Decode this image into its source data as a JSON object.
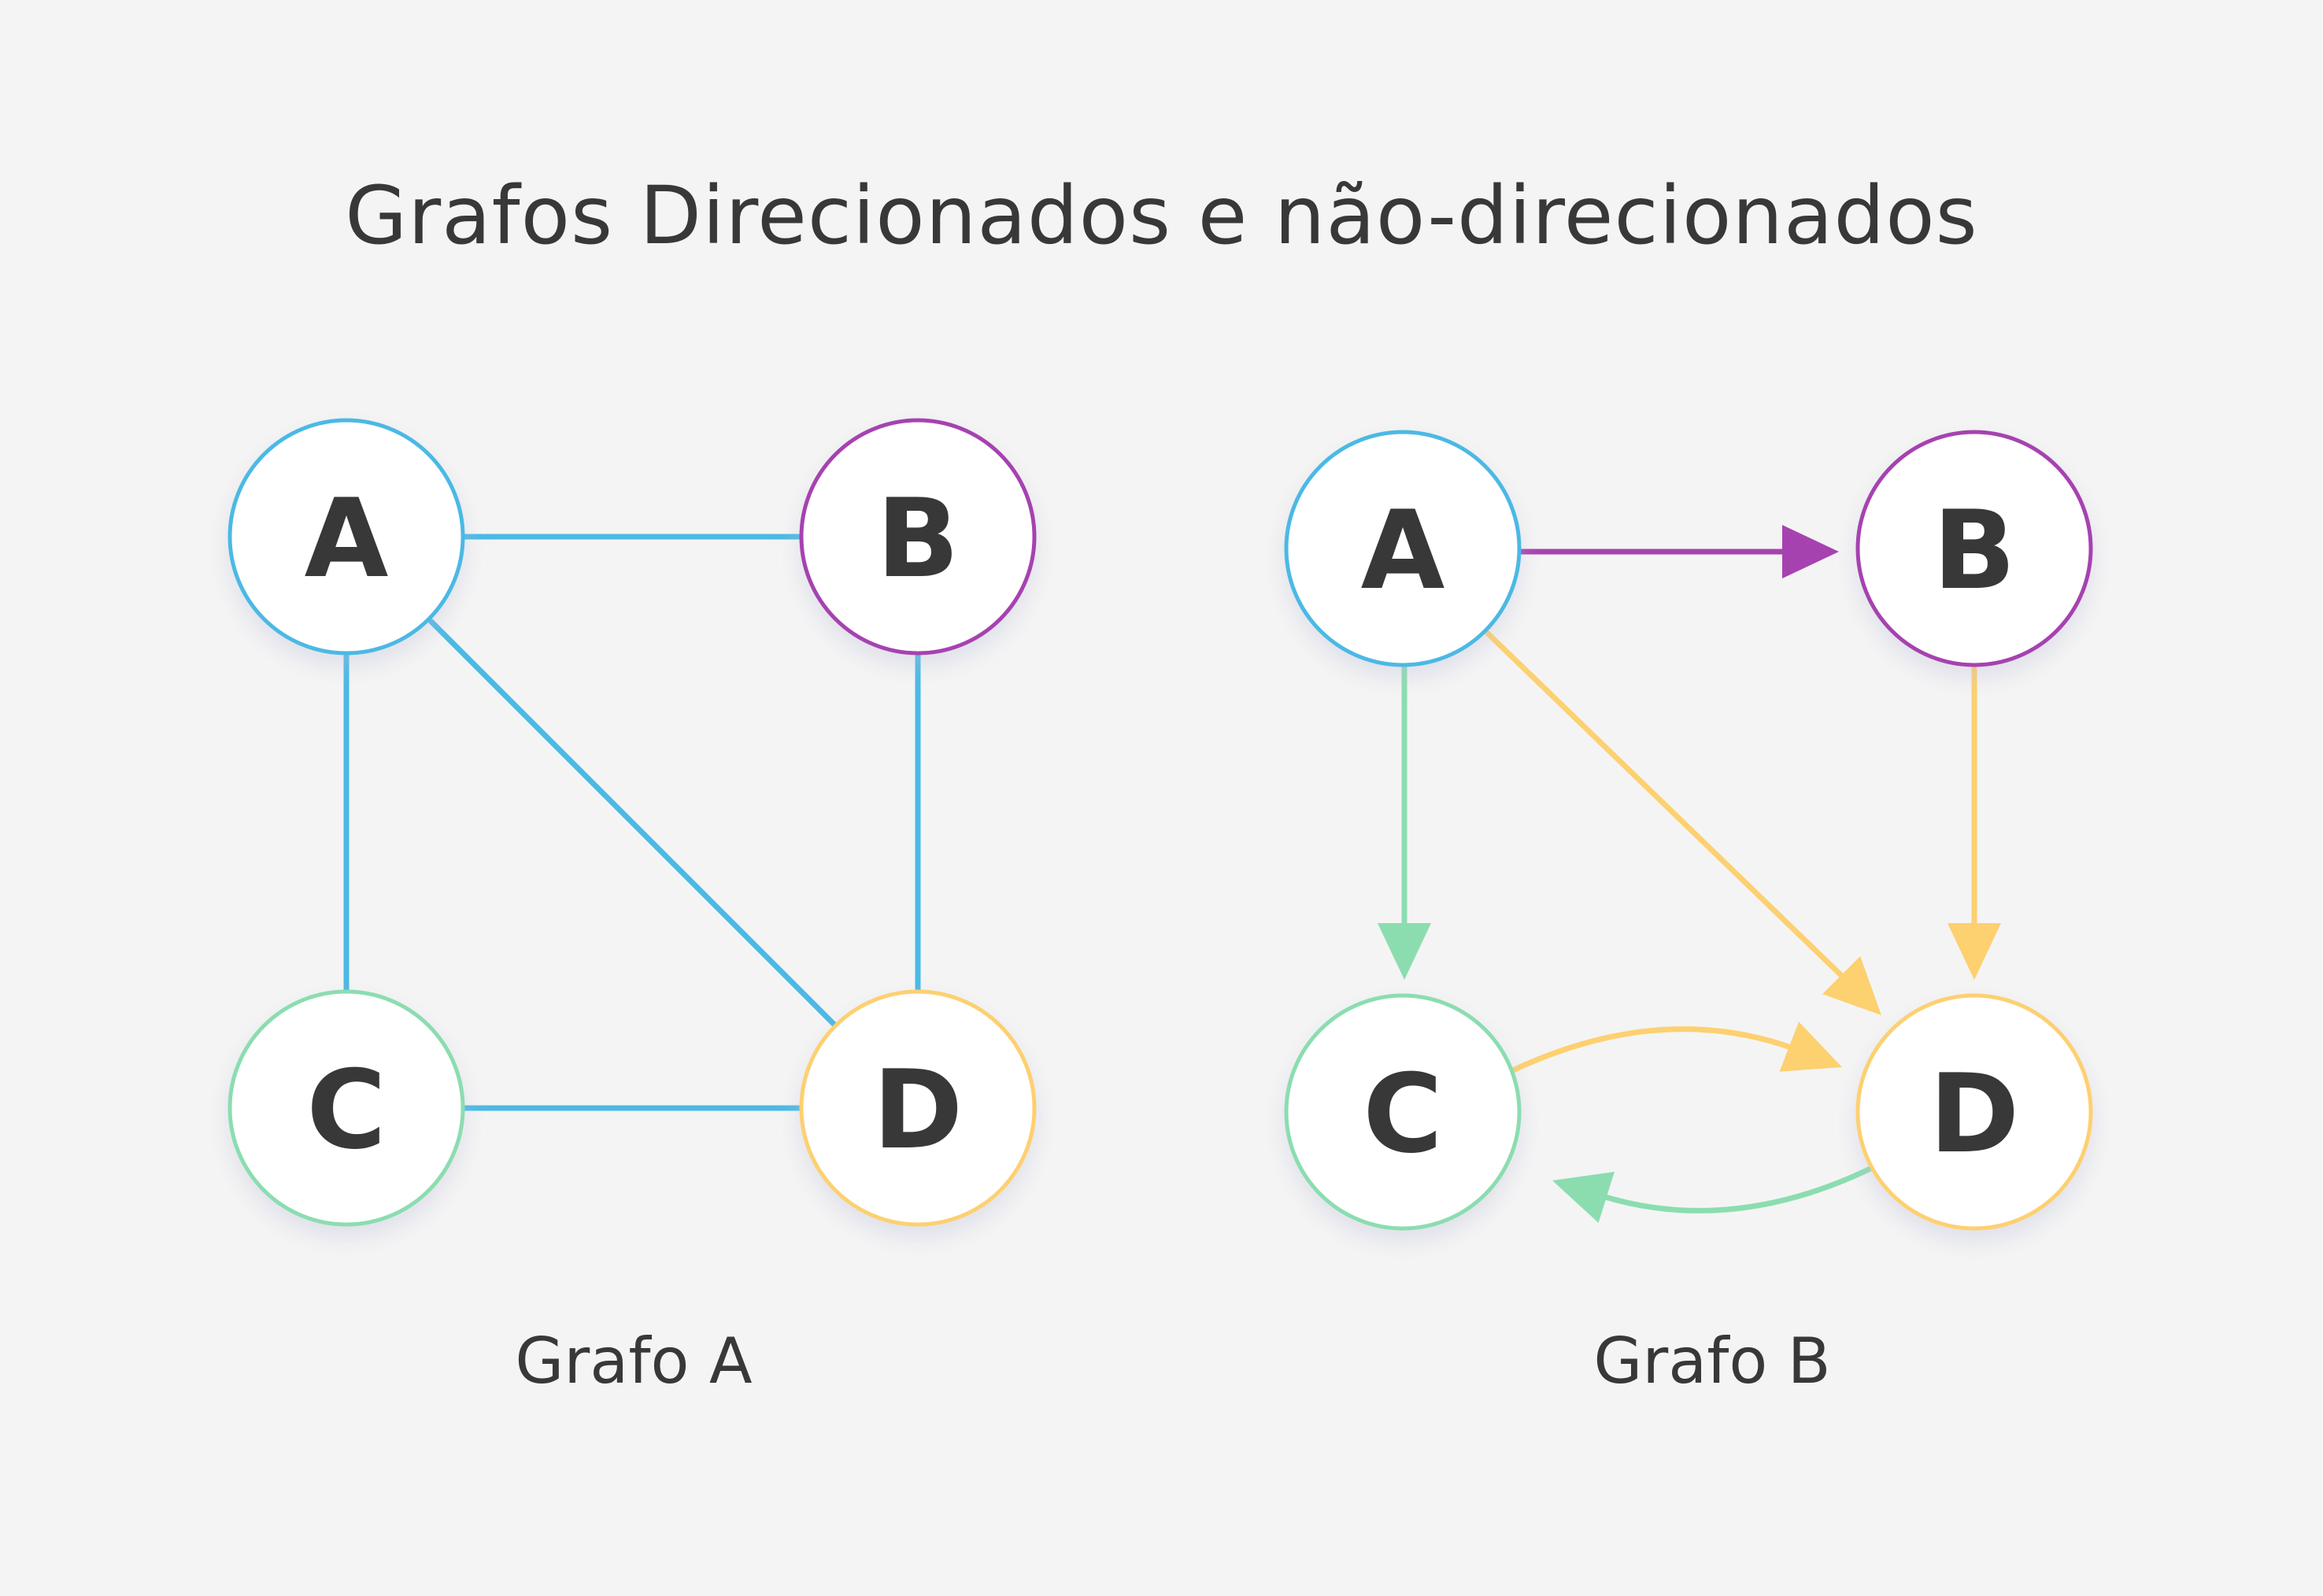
{
  "title": "Grafos Direcionados e não-direcionados",
  "colors": {
    "background": "#f4f4f4",
    "text": "#383838",
    "blue": "#4cb9e4",
    "purple": "#a642b0",
    "green": "#8bddb0",
    "yellow": "#fdd070",
    "node_fill": "#ffffff"
  },
  "graph_a": {
    "caption": "Grafo A",
    "directed": false,
    "nodes": [
      {
        "id": "A",
        "label": "A",
        "color": "#4cb9e4"
      },
      {
        "id": "B",
        "label": "B",
        "color": "#a642b0"
      },
      {
        "id": "C",
        "label": "C",
        "color": "#8bddb0"
      },
      {
        "id": "D",
        "label": "D",
        "color": "#fdd070"
      }
    ],
    "edges": [
      {
        "from": "A",
        "to": "B",
        "color": "#4cb9e4"
      },
      {
        "from": "A",
        "to": "C",
        "color": "#4cb9e4"
      },
      {
        "from": "A",
        "to": "D",
        "color": "#4cb9e4"
      },
      {
        "from": "B",
        "to": "D",
        "color": "#4cb9e4"
      },
      {
        "from": "C",
        "to": "D",
        "color": "#4cb9e4"
      }
    ]
  },
  "graph_b": {
    "caption": "Grafo B",
    "directed": true,
    "nodes": [
      {
        "id": "A",
        "label": "A",
        "color": "#4cb9e4"
      },
      {
        "id": "B",
        "label": "B",
        "color": "#a642b0"
      },
      {
        "id": "C",
        "label": "C",
        "color": "#8bddb0"
      },
      {
        "id": "D",
        "label": "D",
        "color": "#fdd070"
      }
    ],
    "edges": [
      {
        "from": "A",
        "to": "B",
        "color": "#a642b0"
      },
      {
        "from": "A",
        "to": "C",
        "color": "#8bddb0"
      },
      {
        "from": "A",
        "to": "D",
        "color": "#fdd070"
      },
      {
        "from": "B",
        "to": "D",
        "color": "#fdd070"
      },
      {
        "from": "C",
        "to": "D",
        "color": "#fdd070"
      },
      {
        "from": "D",
        "to": "C",
        "color": "#8bddb0"
      }
    ]
  }
}
